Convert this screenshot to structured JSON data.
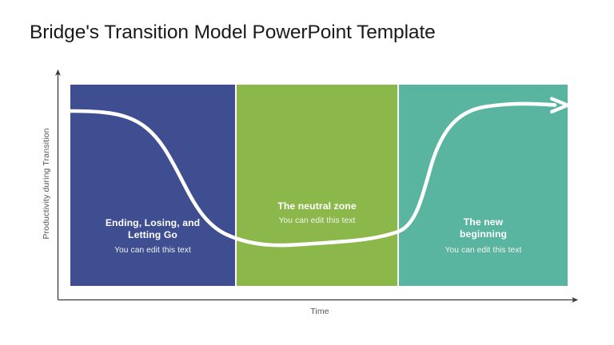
{
  "slide": {
    "title": "Bridge's Transition Model PowerPoint Template",
    "background_color": "#FFFFFF"
  },
  "axes": {
    "y_label": "Productivity during Transition",
    "x_label": "Time",
    "axis_color": "#3A3A3A"
  },
  "curve": {
    "color": "#FFFFFF",
    "arrow_head": "arrow-right"
  },
  "chart_data": {
    "type": "line",
    "title": "Bridge's Transition Model PowerPoint Template",
    "xlabel": "Time",
    "ylabel": "Productivity during Transition",
    "grid": false,
    "legend": "none",
    "xlim": [
      0,
      100
    ],
    "ylim": [
      0,
      100
    ],
    "x": [
      0,
      8,
      16,
      24,
      32,
      40,
      48,
      56,
      64,
      72,
      80,
      88,
      96,
      100
    ],
    "values": [
      88,
      87,
      84,
      75,
      60,
      43,
      32,
      27,
      26,
      28,
      42,
      66,
      83,
      90
    ],
    "series": [
      {
        "name": "Productivity",
        "values": [
          88,
          87,
          84,
          75,
          60,
          43,
          32,
          27,
          26,
          28,
          42,
          66,
          83,
          90
        ]
      }
    ],
    "annotations": [
      {
        "label": "Ending, Losing, and Letting Go",
        "sublabel": "You can edit this text",
        "x_range": [
          0,
          33
        ],
        "color": "#3F4D91"
      },
      {
        "label": "The neutral zone",
        "sublabel": "You can edit this text",
        "x_range": [
          33,
          66
        ],
        "color": "#8CB84B"
      },
      {
        "label": "The new beginning",
        "sublabel": "You can edit this text",
        "x_range": [
          66,
          100
        ],
        "color": "#5AB5A0"
      }
    ]
  },
  "phases": [
    {
      "title_line_1": "Ending, Losing, and",
      "title_line_2": "Letting Go",
      "subtitle": "You can edit this text",
      "color": "#3F4D91"
    },
    {
      "title_line_1": "The neutral zone",
      "title_line_2": "",
      "subtitle": "You can edit this text",
      "color": "#8CB84B"
    },
    {
      "title_line_1": "The new",
      "title_line_2": "beginning",
      "subtitle": "You can edit this text",
      "color": "#5AB5A0"
    }
  ]
}
